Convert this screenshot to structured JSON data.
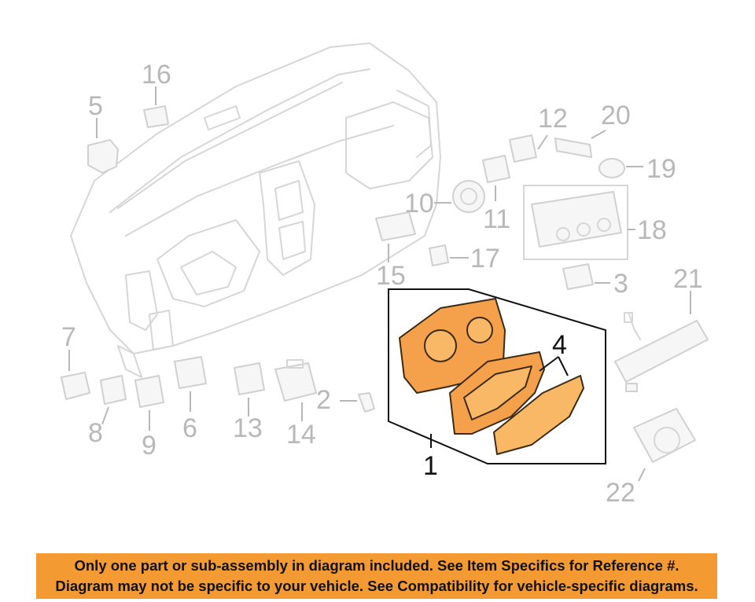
{
  "callouts": {
    "c1": "1",
    "c2": "2",
    "c3": "3",
    "c4": "4",
    "c5": "5",
    "c6": "6",
    "c7": "7",
    "c8": "8",
    "c9": "9",
    "c10": "10",
    "c11": "11",
    "c12": "12",
    "c13": "13",
    "c14": "14",
    "c15": "15",
    "c16": "16",
    "c17": "17",
    "c18": "18",
    "c19": "19",
    "c20": "20",
    "c21": "21",
    "c22": "22"
  },
  "banner": {
    "line1": "Only one part or sub-assembly in diagram included. See Item Specifics for Reference #.",
    "line2": "Diagram may not be specific to your vehicle. See Compatibility for vehicle-specific diagrams."
  },
  "colors": {
    "highlight": "#f5a04a",
    "banner": "#f49a32",
    "ghost": "#d6d6d6"
  }
}
